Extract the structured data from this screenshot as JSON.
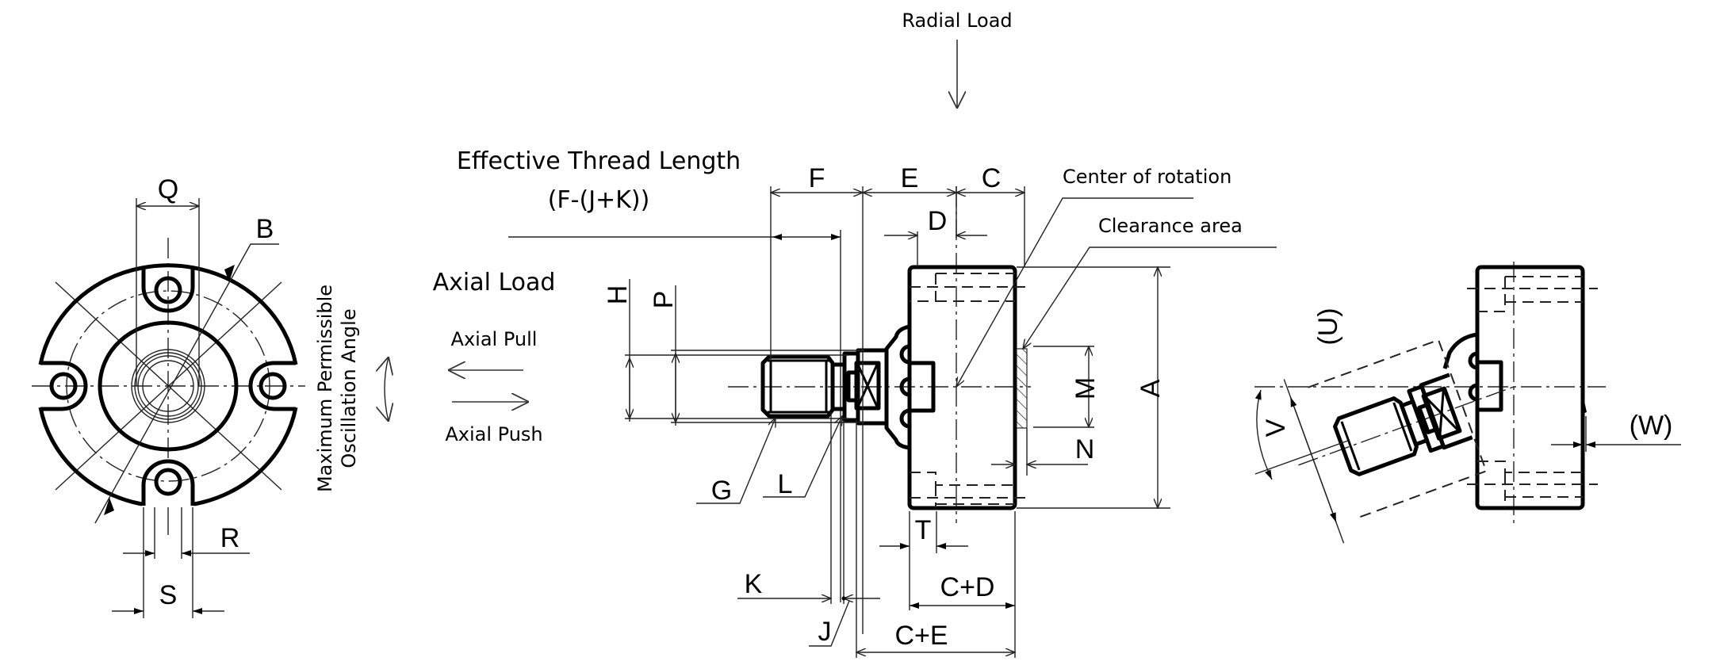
{
  "annotations": {
    "radial_load": "Radial Load",
    "effective_thread_length": "Effective Thread Length",
    "effective_thread_formula": "(F-(J+K))",
    "axial_load": "Axial Load",
    "axial_pull": "Axial Pull",
    "axial_push": "Axial Push",
    "max_oscillation_line1": "Maximum Permissible",
    "max_oscillation_line2": "Oscillation Angle",
    "center_of_rotation": "Center of rotation",
    "clearance_area": "Clearance area"
  },
  "dimensions": {
    "A": "A",
    "B": "B",
    "C": "C",
    "D": "D",
    "E": "E",
    "F": "F",
    "G": "G",
    "H": "H",
    "J": "J",
    "K": "K",
    "L": "L",
    "M": "M",
    "N": "N",
    "P": "P",
    "Q": "Q",
    "R": "R",
    "S": "S",
    "T": "T",
    "U": "(U)",
    "V": "V",
    "W": "(W)",
    "C_plus_D": "C+D",
    "C_plus_E": "C+E"
  },
  "colors": {
    "line": "#000000",
    "background": "#ffffff"
  }
}
